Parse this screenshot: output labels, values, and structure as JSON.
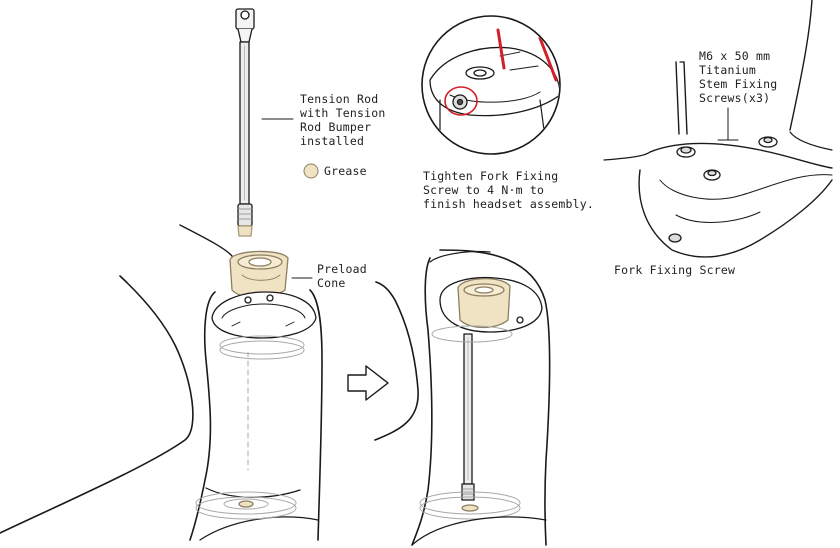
{
  "labels": {
    "tension_rod": "Tension Rod\nwith Tension\nRod Bumper\ninstalled",
    "grease": "Grease",
    "preload_cone": "Preload\nCone",
    "tighten_note": "Tighten Fork Fixing\nScrew to 4 N·m to\nfinish headset assembly.",
    "stem_screws": "M6 x 50 mm\nTitanium\nStem Fixing\nScrews(x3)",
    "fork_fixing_screw": "Fork Fixing Screw"
  },
  "colors": {
    "line": "#1a1a1a",
    "grease": "#efe3c4",
    "grease_stroke": "#a89a78",
    "red_marker": "#d21f2a",
    "metal": "#cfcfcf"
  },
  "icons": {
    "arrow": "right-arrow-icon",
    "grease_swatch": "grease-swatch-icon"
  }
}
